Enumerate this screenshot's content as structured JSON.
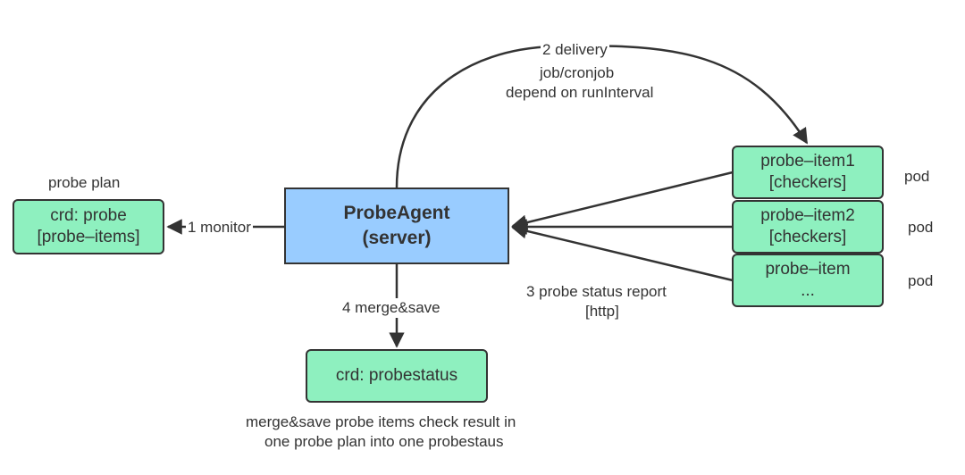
{
  "nodes": {
    "probe": {
      "line1": "crd: probe",
      "line2": "[probe–items]"
    },
    "server": {
      "line1": "ProbeAgent",
      "line2": "(server)"
    },
    "item1": {
      "line1": "probe–item1",
      "line2": "[checkers]"
    },
    "item2": {
      "line1": "probe–item2",
      "line2": "[checkers]"
    },
    "item3": {
      "line1": "probe–item",
      "line2": "..."
    },
    "probestatus": {
      "line1": "crd: probestatus"
    }
  },
  "labels": {
    "probe_plan": "probe plan",
    "monitor": "1 monitor",
    "delivery": "2 delivery",
    "delivery_sub1": "job/cronjob",
    "delivery_sub2": "depend on runInterval",
    "report1": "3 probe status report",
    "report2": "[http]",
    "merge": "4 merge&save",
    "note1": "merge&save probe items check result in",
    "note2": "one probe plan into one probestaus",
    "pod1": "pod",
    "pod2": "pod",
    "pod3": "pod"
  },
  "colors": {
    "node_fill": "#8ef0bf",
    "server_fill": "#99ccff",
    "stroke": "#333333"
  }
}
